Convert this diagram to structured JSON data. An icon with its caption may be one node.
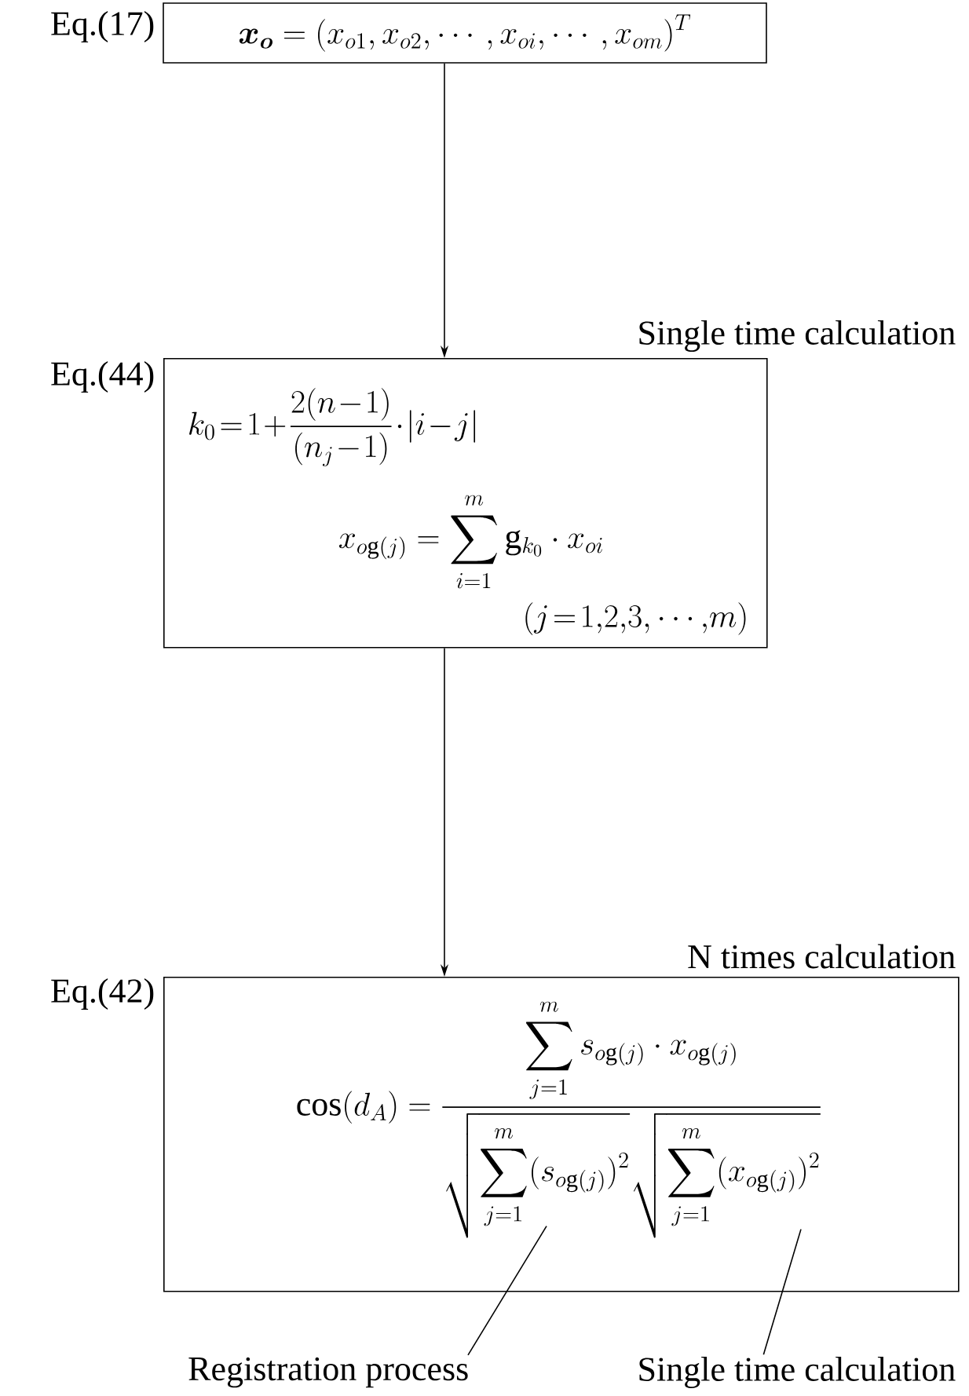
{
  "diagram": {
    "nodes": [
      {
        "text": [
          "\\bm{x_o} = (x_{o1}, x_{o2}, \\cdots, x_{oi}, \\cdots, x_{om})^T"
        ],
        "beside": [
          "Eq.(17)"
        ]
      },
      {
        "text": [
          "k_0\\!=\\!1\\!+\\!\\frac{2(n\\!-\\!1)}{(n_j\\!-\\!1)}\\!\\cdot\\!|i\\!-\\!j|",
          "x_{o\\mathrm{g}(j)} = \\sum_{i=1}^{m} \\mathrm{g}_{k_0} \\cdot x_{oi}",
          "(j\\!=\\!1{,}2{,}3{,}\\cdots{,}m)"
        ],
        "beside": [
          "Eq.(44)",
          "Single time calculation"
        ]
      },
      {
        "text": [
          "\\cos(d_A) = \\frac{\\displaystyle\\sum_{j=1}^{m} s_{o\\mathrm{g}(j)} \\cdot x_{o\\mathrm{g}(j)}}{\\sqrt{\\displaystyle\\sum_{j=1}^{m}(s_{o\\mathrm{g}(j)})^2}\\sqrt{\\displaystyle\\sum_{j=1}^{m}(x_{o\\mathrm{g}(j)})^2}}"
        ],
        "beside": [
          "Eq.(42)",
          "N times calculation"
        ]
      },
      {
        "text": [
          "Registration process"
        ]
      },
      {
        "text": [
          "Single time calculation"
        ]
      }
    ],
    "edges": [
      {
        "from": 0,
        "to": 1,
        "arrow": "to"
      },
      {
        "from": 1,
        "to": 2,
        "arrow": "to"
      },
      {
        "from": 3,
        "to": 2,
        "arrow": "none"
      },
      {
        "from": 4,
        "to": 2,
        "arrow": "none"
      }
    ]
  }
}
